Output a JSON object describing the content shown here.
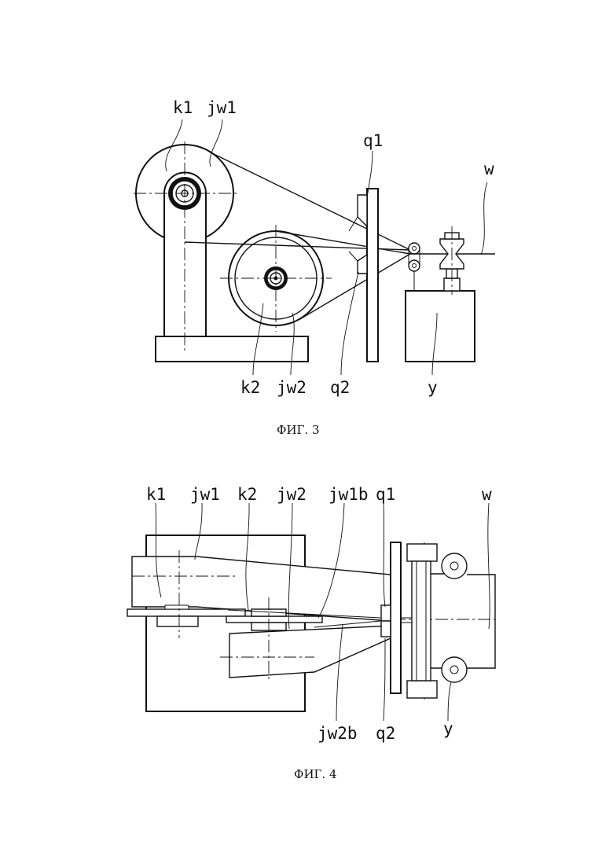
{
  "figure3": {
    "caption": "ФИГ. 3",
    "labels": {
      "k1": "k1",
      "jw1": "jw1",
      "q1": "q1",
      "w": "w",
      "k2": "k2",
      "jw2": "jw2",
      "q2": "q2",
      "y": "y"
    }
  },
  "figure4": {
    "caption": "ФИГ. 4",
    "labels": {
      "k1": "k1",
      "jw1": "jw1",
      "k2": "k2",
      "jw2": "jw2",
      "jw1b": "jw1b",
      "q1": "q1",
      "w": "w",
      "jw2b": "jw2b",
      "q2": "q2",
      "y": "y"
    }
  }
}
